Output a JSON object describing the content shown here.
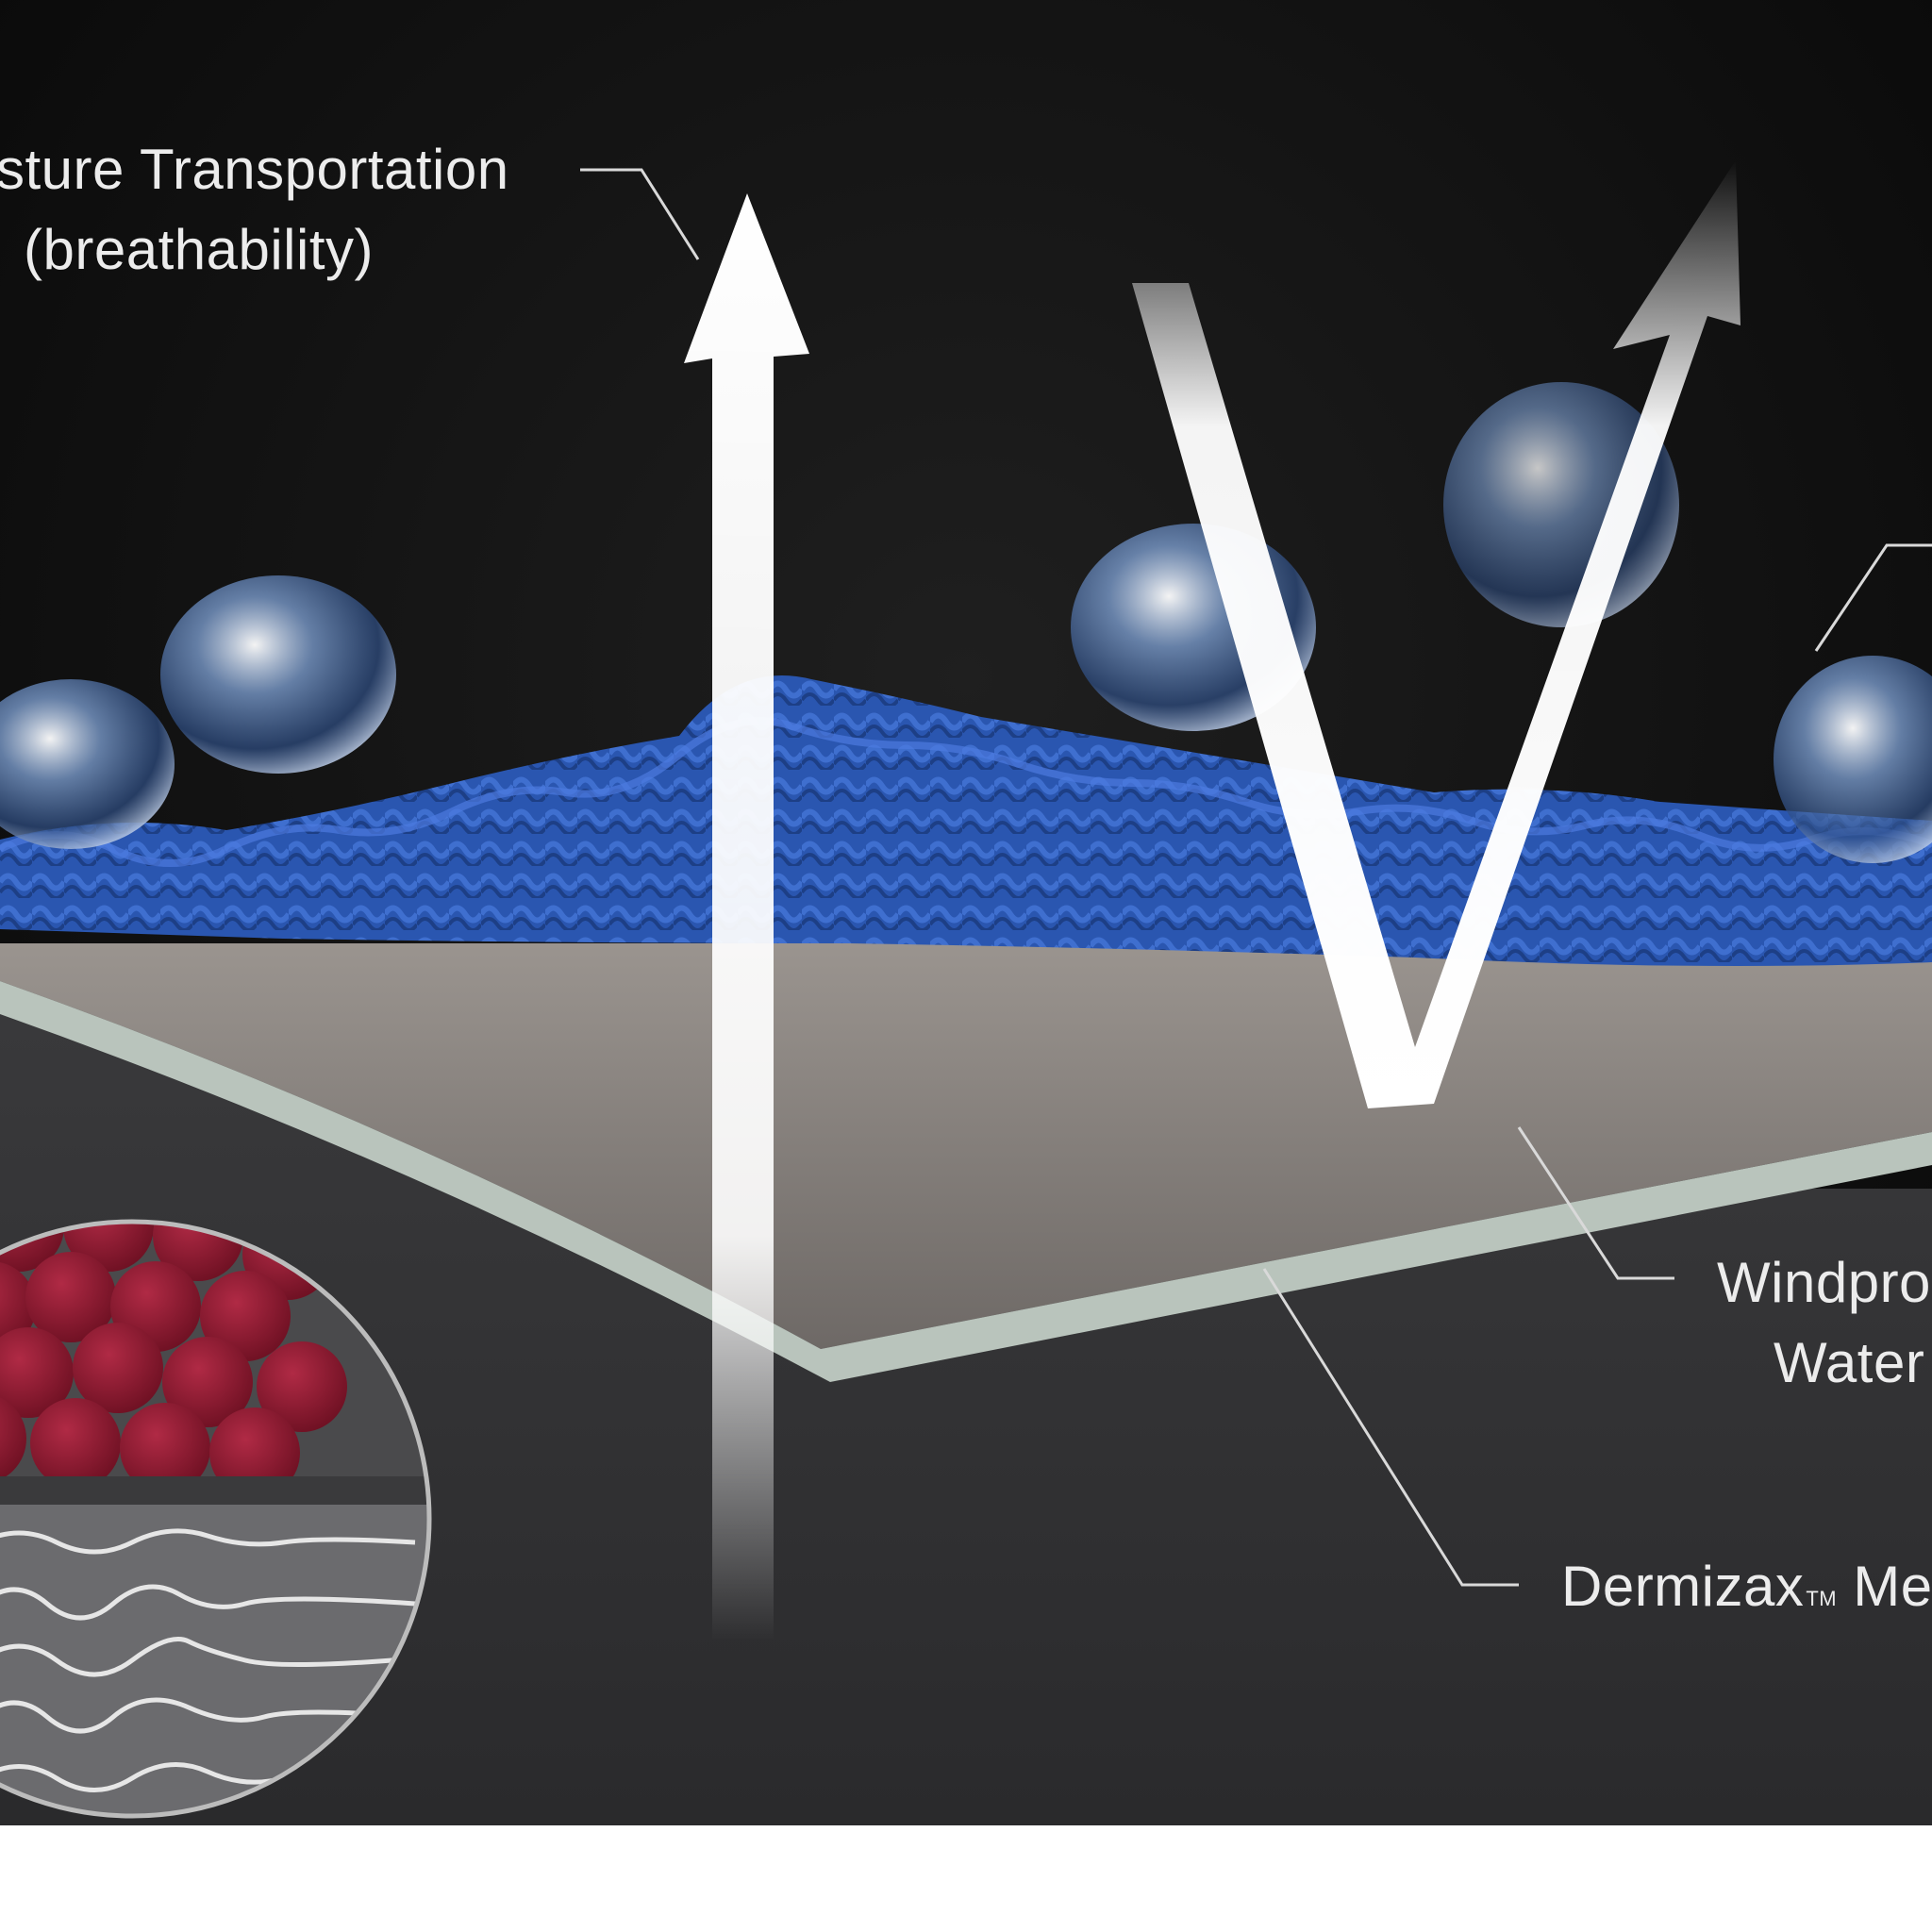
{
  "labels": {
    "moisture_line1": "sture Transportation",
    "moisture_line2": "(breathability)",
    "windproof_line1": "Windpro",
    "windproof_line2": "Water",
    "membrane_brand": "Dermizax",
    "membrane_tm": "TM",
    "membrane_suffix": "Me"
  },
  "colors": {
    "background": "#0c0c0c",
    "fabric_blue": "#2a56b0",
    "membrane_gray": "#8a8582",
    "membrane_edge": "#b9c4bc",
    "fiber_red": "#8c1a2e",
    "arrow_white": "#ffffff",
    "label_text": "#ececec"
  },
  "icons": {
    "moisture_arrow": "up-arrow",
    "bounce_arrow": "v-arrow",
    "water_droplet": "droplet"
  }
}
